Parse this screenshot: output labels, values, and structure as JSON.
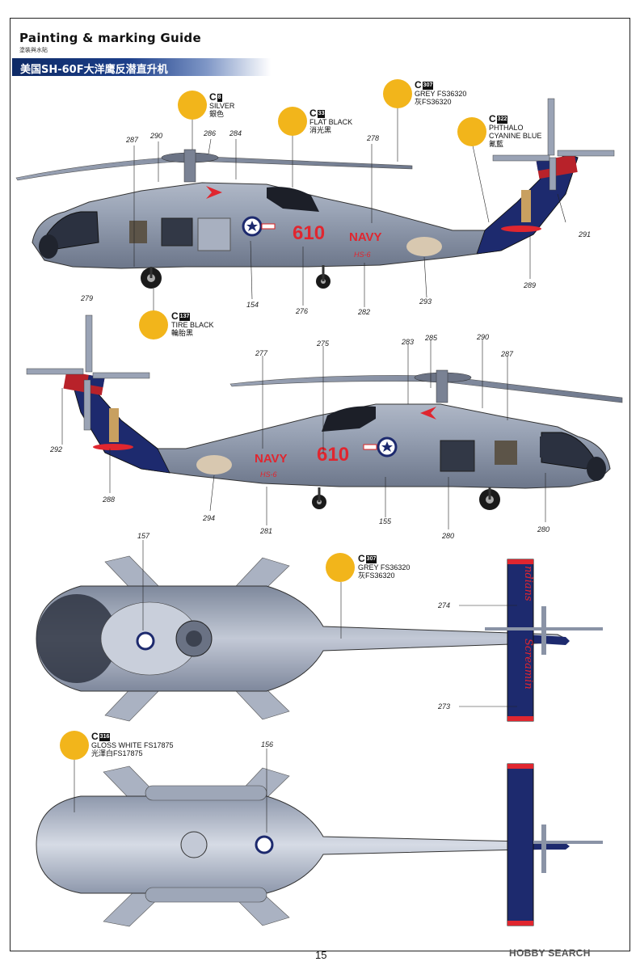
{
  "header": {
    "title": "Painting & marking Guide",
    "subtitle": "塗裝與水貼",
    "banner": "美国SH-60F大洋鹰反潜直升机"
  },
  "paints": {
    "c8": {
      "code": "C",
      "num": "8",
      "name": "SILVER",
      "cn": "銀色"
    },
    "c33": {
      "code": "C",
      "num": "33",
      "name": "FLAT BLACK",
      "cn": "消光黑"
    },
    "c307a": {
      "code": "C",
      "num": "307",
      "name": "GREY FS36320",
      "cn": "灰FS36320"
    },
    "c322": {
      "code": "C",
      "num": "322",
      "name": "PHTHALO CYANINE BLUE",
      "name1": "PHTHALO",
      "name2": "CYANINE BLUE",
      "cn": "氰藍"
    },
    "c137": {
      "code": "C",
      "num": "137",
      "name": "TIRE BLACK",
      "cn": "輪胎黑"
    },
    "c307b": {
      "code": "C",
      "num": "307",
      "name": "GREY FS36320",
      "cn": "灰FS36320"
    },
    "c316": {
      "code": "C",
      "num": "316",
      "name": "GLOSS WHITE FS17875",
      "cn": "光澤白FS17875"
    }
  },
  "markings": {
    "navy": "NAVY",
    "modex": "610",
    "squadron": "HS-6",
    "tail_art": "Screamin Indians",
    "tail_left": "Screamin",
    "tail_right": "ndians"
  },
  "parts": {
    "p287a": "287",
    "p290a": "290",
    "p286": "286",
    "p284": "284",
    "p278": "278",
    "p291": "291",
    "p279": "279",
    "p154": "154",
    "p276": "276",
    "p282": "282",
    "p293": "293",
    "p289": "289",
    "p277": "277",
    "p275": "275",
    "p283": "283",
    "p285": "285",
    "p290b": "290",
    "p287b": "287",
    "p292": "292",
    "p288": "288",
    "p294": "294",
    "p281": "281",
    "p155": "155",
    "p280a": "280",
    "p280b": "280",
    "p157": "157",
    "p274": "274",
    "p273": "273",
    "p156": "156"
  },
  "footer": {
    "page": "15",
    "watermark": "HOBBY SEARCH"
  },
  "colors": {
    "grey": "#8d98aa",
    "navy": "#1d2a6e",
    "red": "#e0262f",
    "yellow": "#f2b51b"
  }
}
